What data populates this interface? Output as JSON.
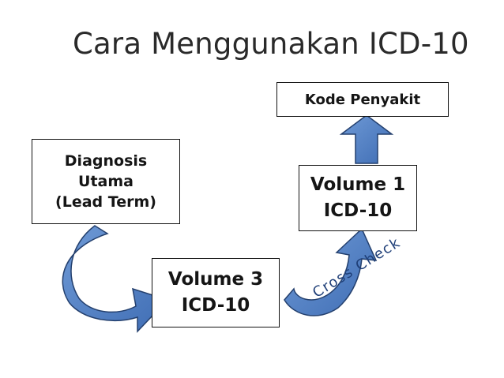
{
  "title": "Cara Menggunakan ICD-10",
  "boxes": {
    "kode_penyakit": "Kode Penyakit",
    "diagnosis": [
      "Diagnosis",
      "Utama",
      "(Lead Term)"
    ],
    "volume1": [
      "Volume 1",
      "ICD-10"
    ],
    "volume3": [
      "Volume 3",
      "ICD-10"
    ]
  },
  "cross_check": "Cross Check",
  "colors": {
    "arrow_fill": "#4f7fc4",
    "arrow_stroke": "#24406e",
    "box_border": "#111111"
  }
}
